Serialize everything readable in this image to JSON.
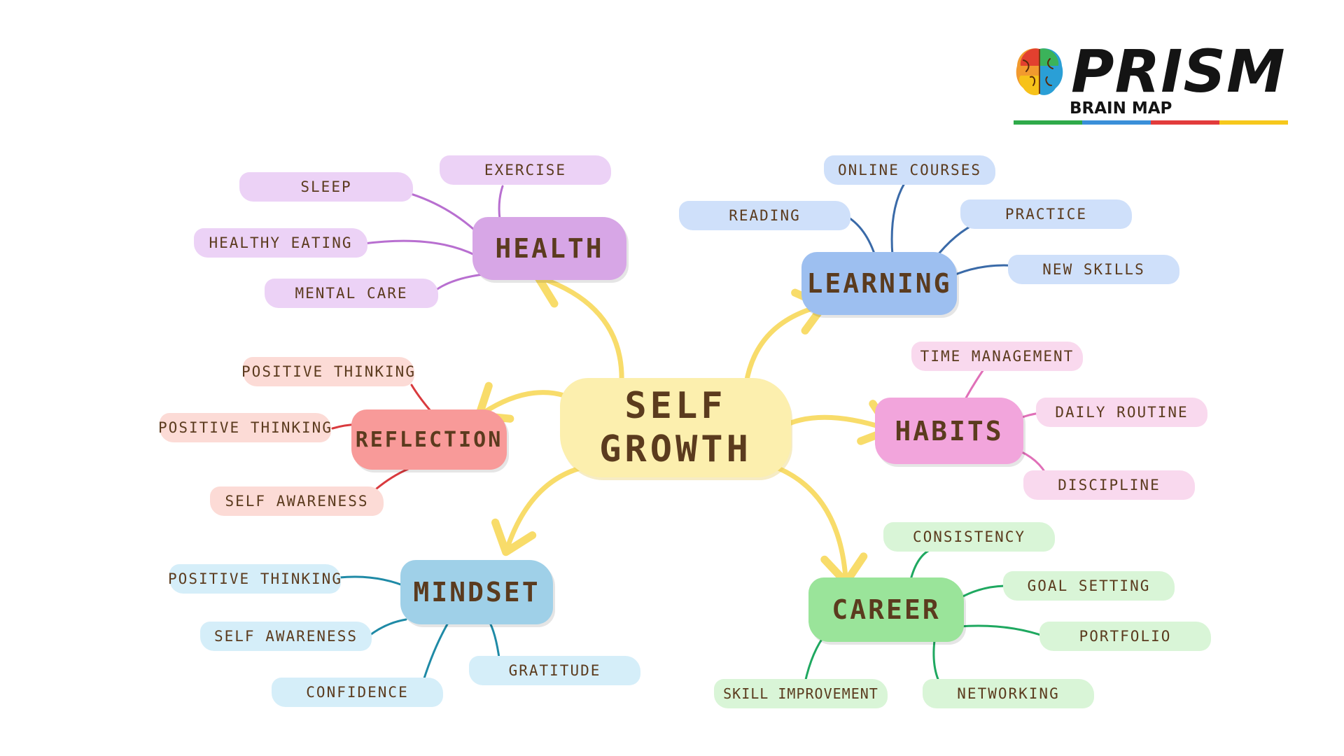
{
  "center": {
    "line1": "SELF",
    "line2": "GROWTH",
    "color": "#fcefae"
  },
  "logo": {
    "title": "PRISM",
    "subtitle": "BRAIN MAP",
    "bar_colors": [
      "#2faa4a",
      "#3a8fd9",
      "#e23b3b",
      "#f6c81c"
    ]
  },
  "arrow_color": "#f8dc6a",
  "branches": [
    {
      "id": "health",
      "label": "HEALTH",
      "color": "#d7a6e6",
      "leaf_color": "#ecd2f6",
      "line_color": "#b86fd0",
      "leaves": [
        "EXERCISE",
        "SLEEP",
        "HEALTHY EATING",
        "MENTAL CARE"
      ]
    },
    {
      "id": "learning",
      "label": "LEARNING",
      "color": "#9dbff0",
      "leaf_color": "#cfe0fa",
      "line_color": "#3a6aa8",
      "leaves": [
        "ONLINE COURSES",
        "READING",
        "PRACTICE",
        "NEW SKILLS"
      ]
    },
    {
      "id": "reflection",
      "label": "REFLECTION",
      "color": "#f89a99",
      "leaf_color": "#fcdbd6",
      "line_color": "#d93a3e",
      "leaves": [
        "POSITIVE THINKING",
        "POSITIVE THINKING",
        "SELF AWARENESS"
      ]
    },
    {
      "id": "habits",
      "label": "HABITS",
      "color": "#f2a5dc",
      "leaf_color": "#f9d9ee",
      "line_color": "#e070b8",
      "leaves": [
        "TIME MANAGEMENT",
        "DAILY ROUTINE",
        "DISCIPLINE"
      ]
    },
    {
      "id": "mindset",
      "label": "MINDSET",
      "color": "#9fd0e8",
      "leaf_color": "#d5eef9",
      "line_color": "#1f8aa6",
      "leaves": [
        "POSITIVE THINKING",
        "SELF AWARENESS",
        "CONFIDENCE",
        "GRATITUDE"
      ]
    },
    {
      "id": "career",
      "label": "CAREER",
      "color": "#9ae49a",
      "leaf_color": "#d9f5d7",
      "line_color": "#1fa860",
      "leaves": [
        "CONSISTENCY",
        "GOAL SETTING",
        "PORTFOLIO",
        "NETWORKING",
        "SKILL IMPROVEMENT"
      ]
    }
  ]
}
